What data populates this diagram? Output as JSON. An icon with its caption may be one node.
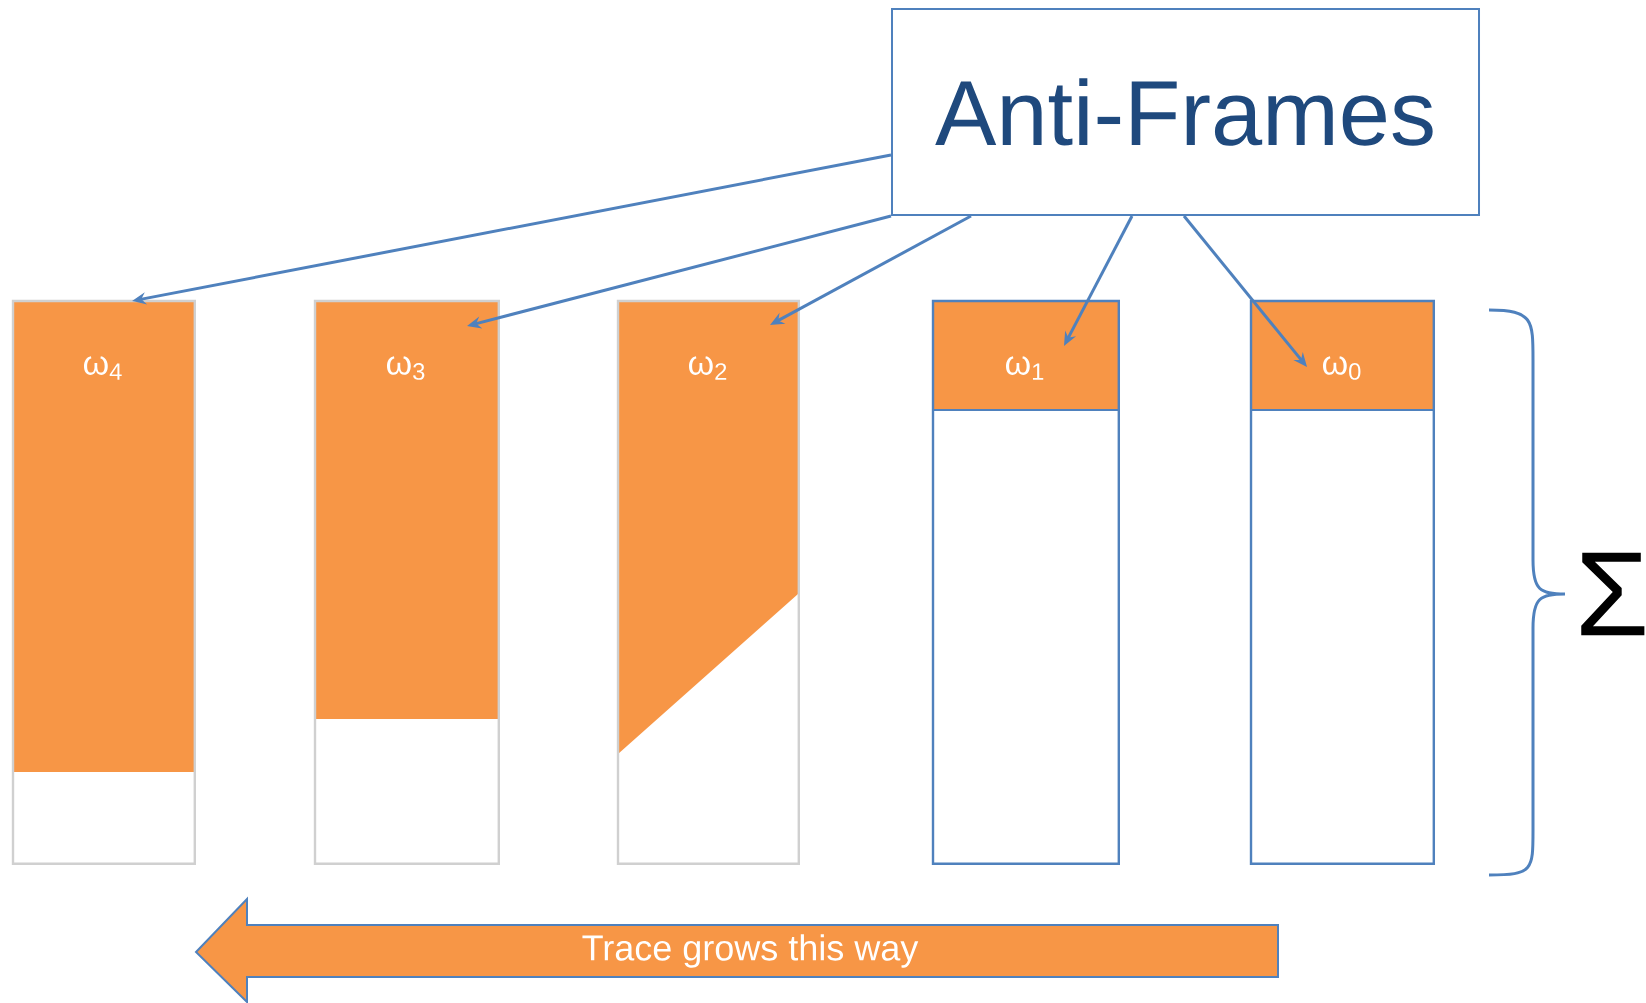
{
  "diagram": {
    "nodes": [
      {
        "text": [
          "Anti-Frames"
        ]
      },
      {
        "text": [
          "ω$_{4}$"
        ]
      },
      {
        "text": [
          "ω$_{3}$"
        ]
      },
      {
        "text": [
          "ω$_{2}$"
        ]
      },
      {
        "text": [
          "ω$_{1}$"
        ]
      },
      {
        "text": [
          "ω$_{0}$"
        ]
      },
      {
        "text": [
          "Trace grows this way"
        ]
      }
    ],
    "edges": [
      {
        "from": 0,
        "to": 1,
        "arrow": "to"
      },
      {
        "from": 0,
        "to": 2,
        "arrow": "to"
      },
      {
        "from": 0,
        "to": 3,
        "arrow": "to"
      },
      {
        "from": 0,
        "to": 4,
        "arrow": "to"
      },
      {
        "from": 0,
        "to": 5,
        "arrow": "to"
      }
    ],
    "labels": [
      "Σ"
    ]
  }
}
